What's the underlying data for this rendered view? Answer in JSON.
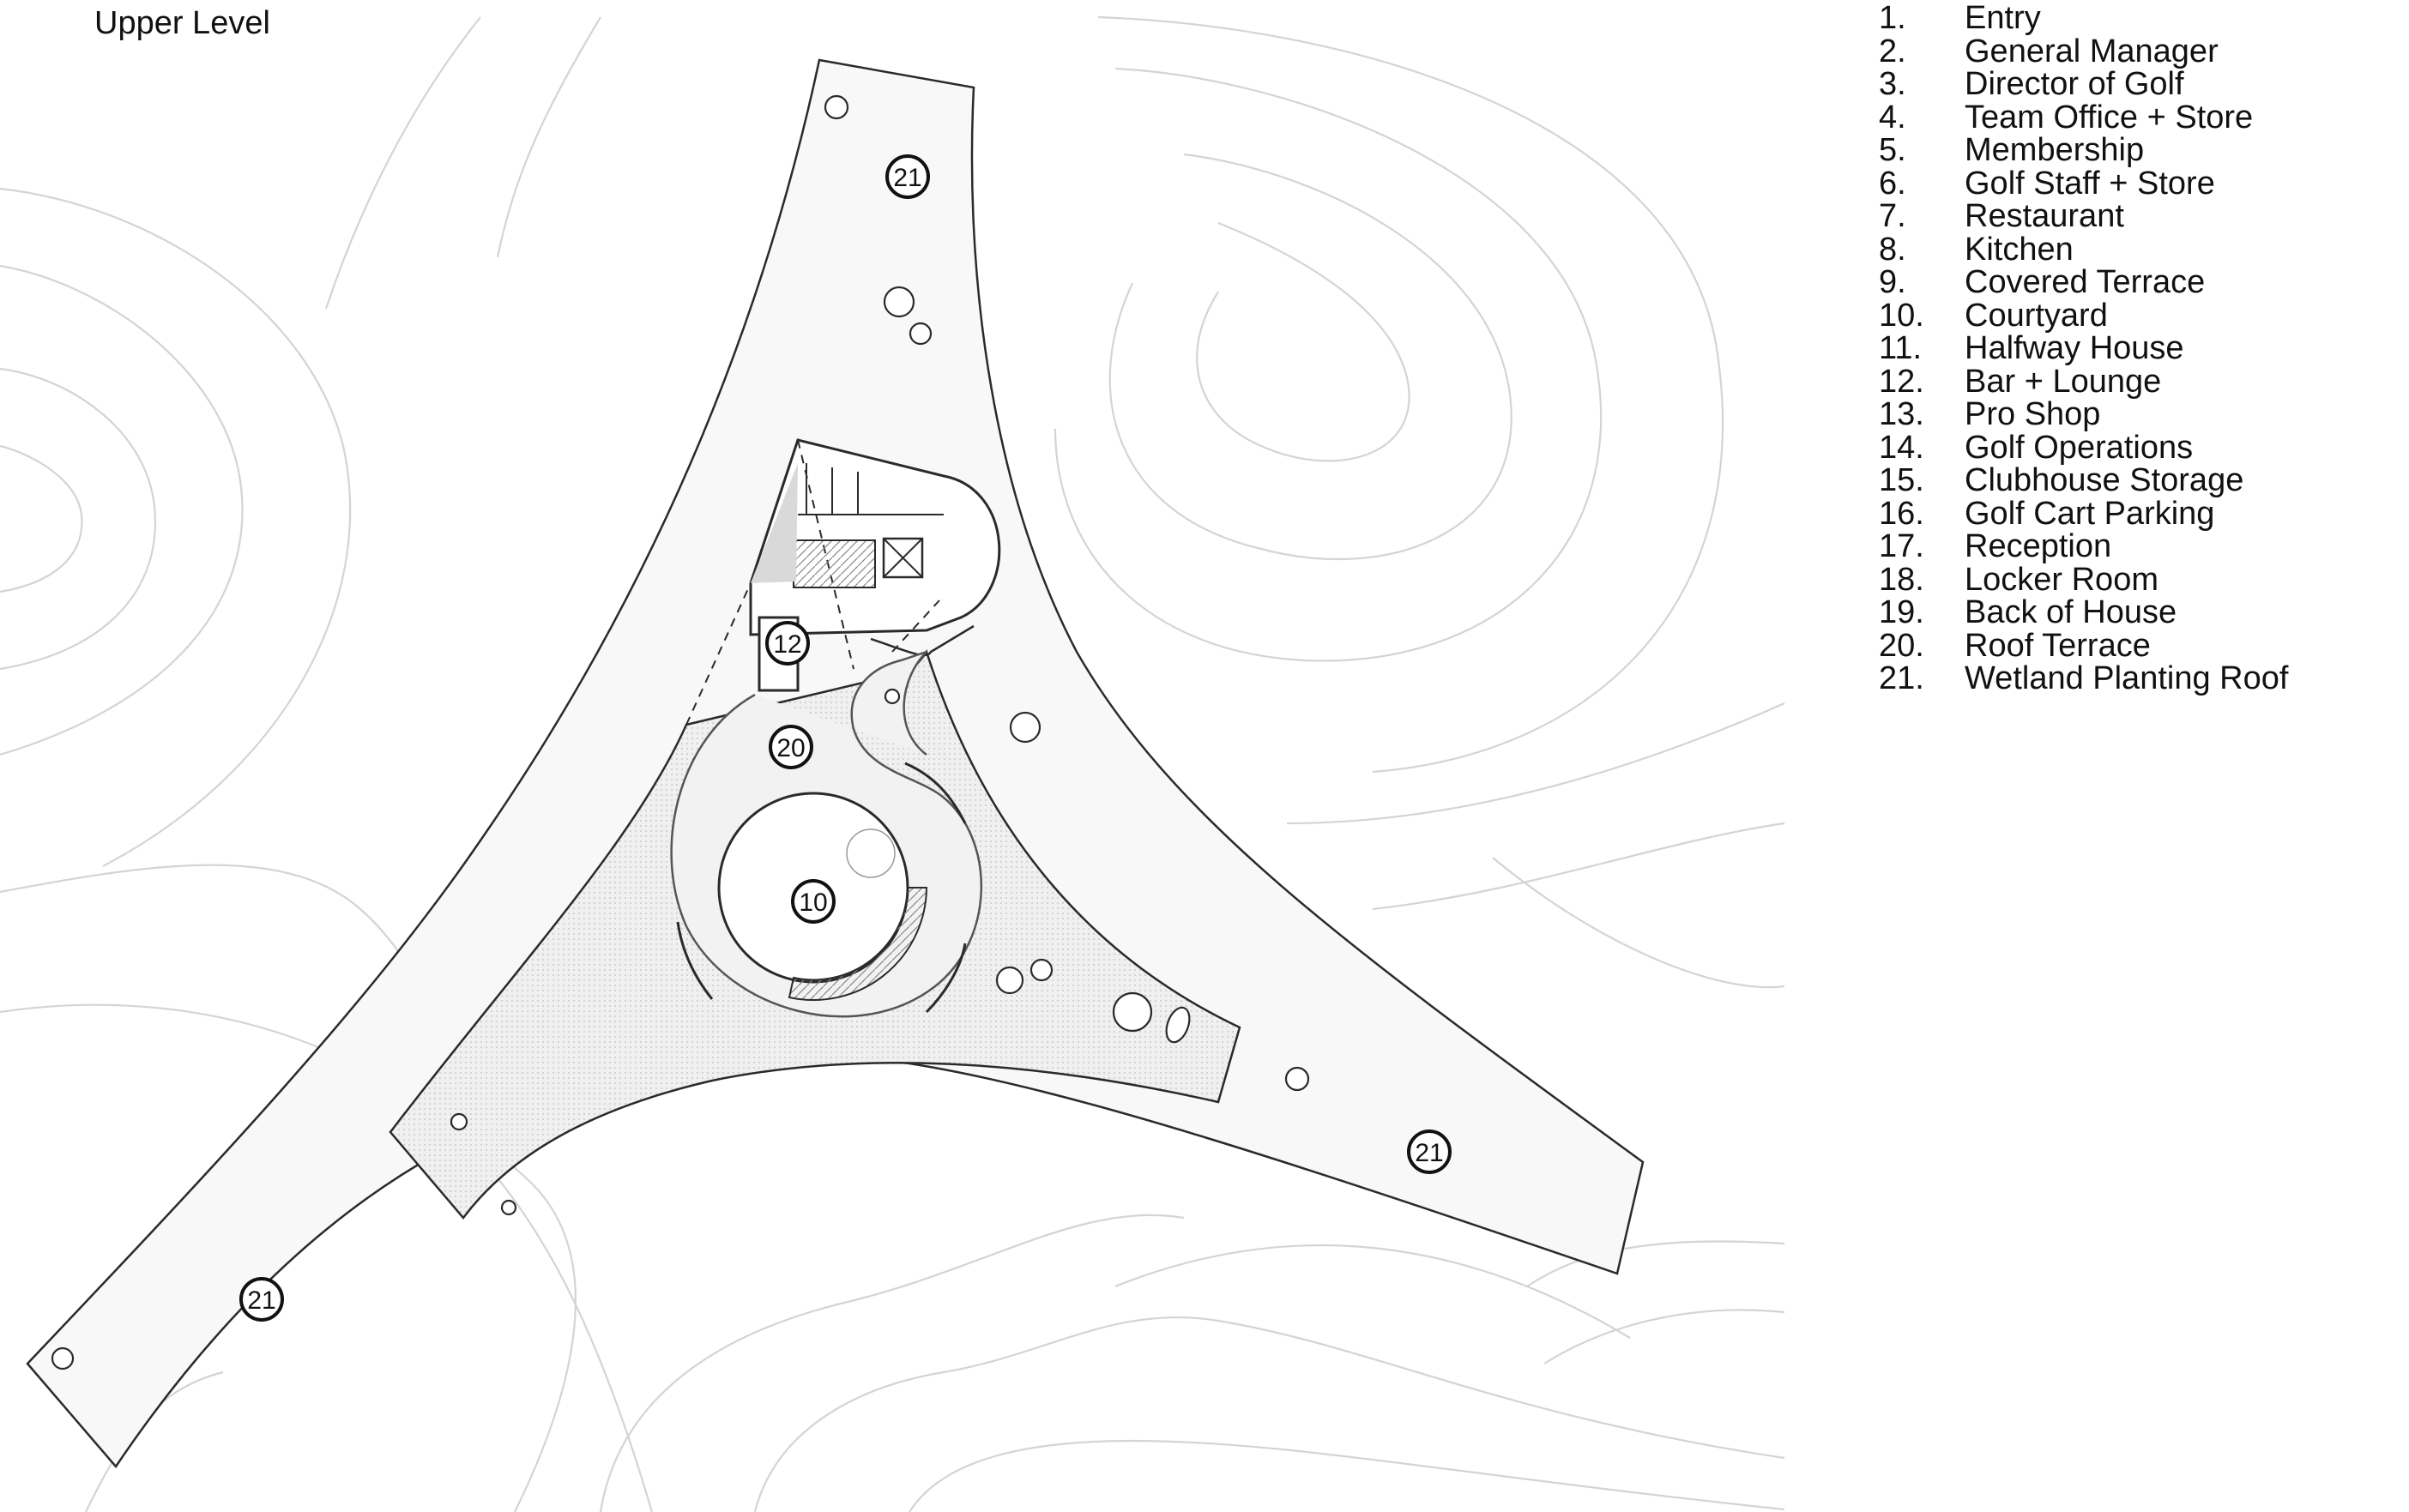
{
  "title": "Upper Level",
  "legend": [
    {
      "num": "1.",
      "label": "Entry"
    },
    {
      "num": "2.",
      "label": "General Manager"
    },
    {
      "num": "3.",
      "label": "Director of Golf"
    },
    {
      "num": "4.",
      "label": "Team Office + Store"
    },
    {
      "num": "5.",
      "label": "Membership"
    },
    {
      "num": "6.",
      "label": "Golf Staff + Store"
    },
    {
      "num": "7.",
      "label": "Restaurant"
    },
    {
      "num": "8.",
      "label": "Kitchen"
    },
    {
      "num": "9.",
      "label": "Covered Terrace"
    },
    {
      "num": "10.",
      "label": "Courtyard"
    },
    {
      "num": "11.",
      "label": "Halfway House"
    },
    {
      "num": "12.",
      "label": "Bar + Lounge"
    },
    {
      "num": "13.",
      "label": "Pro Shop"
    },
    {
      "num": "14.",
      "label": "Golf Operations"
    },
    {
      "num": "15.",
      "label": "Clubhouse Storage"
    },
    {
      "num": "16.",
      "label": "Golf Cart Parking"
    },
    {
      "num": "17.",
      "label": "Reception"
    },
    {
      "num": "18.",
      "label": "Locker Room"
    },
    {
      "num": "19.",
      "label": "Back of House"
    },
    {
      "num": "20.",
      "label": "Roof Terrace"
    },
    {
      "num": "21.",
      "label": "Wetland Planting Roof"
    }
  ],
  "tags": {
    "wetland_north": "21",
    "wetland_east": "21",
    "wetland_southwest": "21",
    "bar_lounge": "12",
    "roof_terrace": "20",
    "courtyard": "10"
  },
  "colors": {
    "line": "#2a2a2a",
    "contour": "#d4d4d4",
    "terrace_fill": "#ececec",
    "roof_fill": "#f8f8f8"
  }
}
